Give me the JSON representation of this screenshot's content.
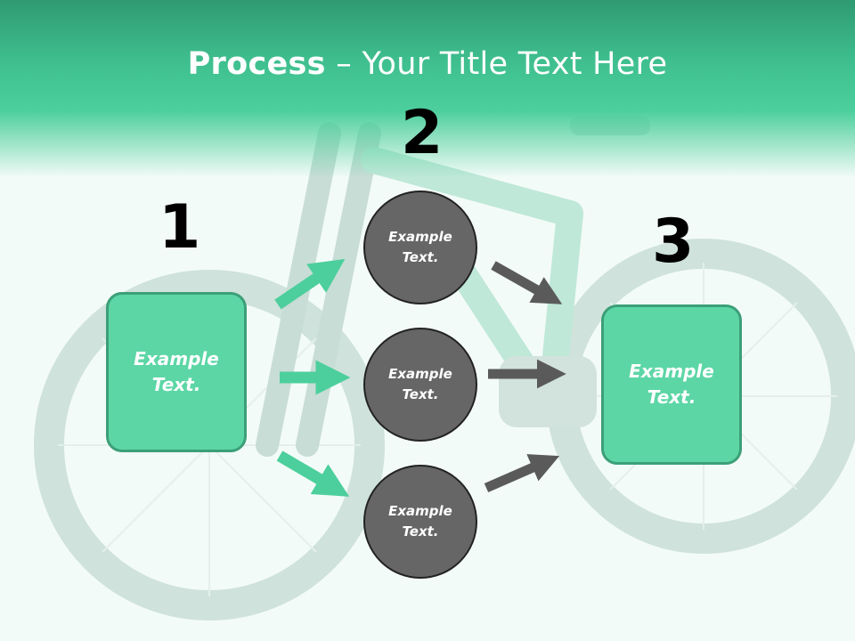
{
  "slide": {
    "title_bold": "Process",
    "title_rest": " – Your Title Text Here"
  },
  "steps": {
    "one": "1",
    "two": "2",
    "three": "3"
  },
  "boxes": {
    "left": "Example Text.",
    "right": "Example Text."
  },
  "circles": {
    "top": "Example Text.",
    "middle": "Example Text.",
    "bottom": "Example Text."
  },
  "colors": {
    "accent_green": "#5cd6a5",
    "arrow_green": "#4ccf9c",
    "arrow_gray": "#5a5a5a",
    "circle_gray": "#666666"
  }
}
